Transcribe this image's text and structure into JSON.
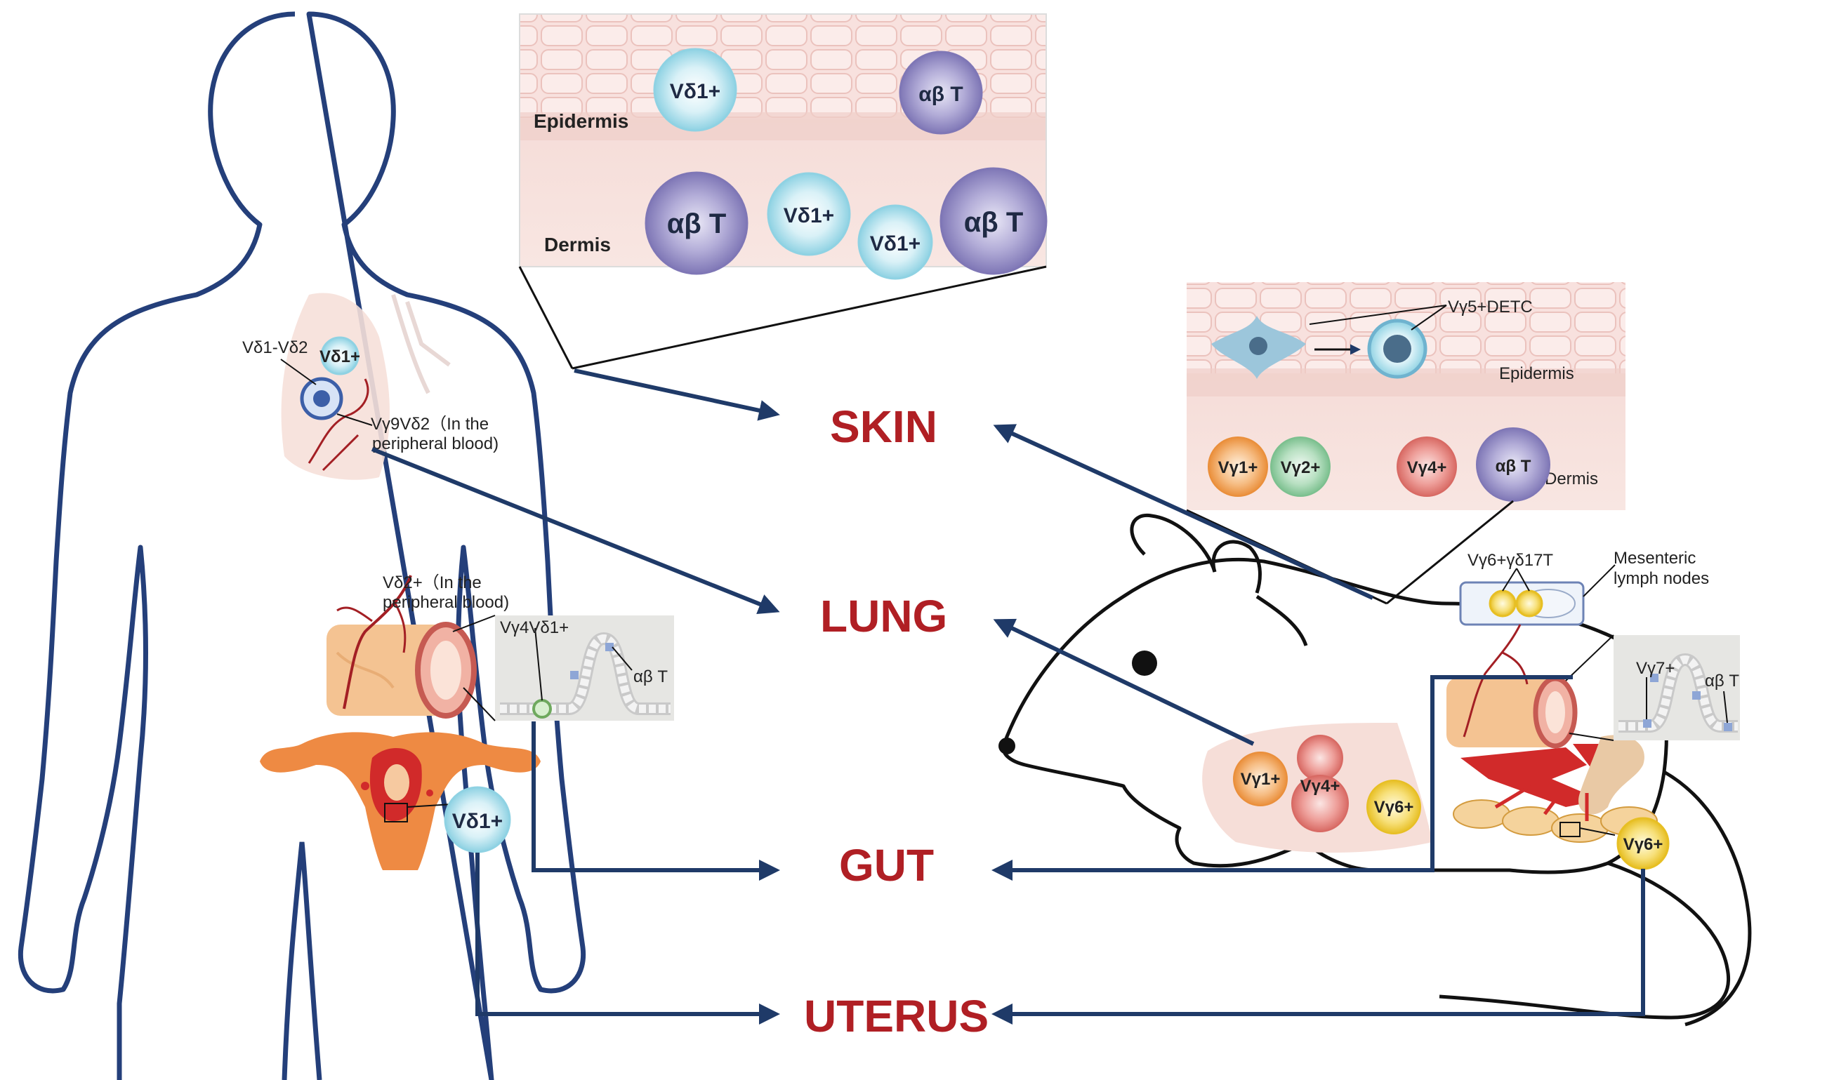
{
  "organs": {
    "skin": "SKIN",
    "lung": "LUNG",
    "gut": "GUT",
    "uterus": "UTERUS"
  },
  "human_skin": {
    "epidermis": "Epidermis",
    "dermis": "Dermis",
    "cells": [
      "Vδ1+",
      "αβ T",
      "αβ T",
      "Vδ1+",
      "Vδ1+",
      "αβ T"
    ]
  },
  "human_lung": {
    "label_a": "Vδ1-Vδ2",
    "cell": "Vδ1+",
    "label_b_line1": "Vγ9Vδ2（In the",
    "label_b_line2": "peripheral blood)"
  },
  "human_gut": {
    "label_a_line1": "Vδ2+（In the",
    "label_a_line2": "peripheral blood)",
    "label_b": "Vγ4Vδ1+",
    "label_c": "αβ T"
  },
  "human_uterus": {
    "cell": "Vδ1+"
  },
  "mouse_skin": {
    "detc": "Vγ5+DETC",
    "epidermis": "Epidermis",
    "dermis": "Dermis",
    "cells": [
      "Vγ1+",
      "Vγ2+",
      "Vγ4+",
      "αβ T"
    ]
  },
  "mouse_lung": {
    "cells": [
      "Vγ1+",
      "Vγ4+",
      "Vγ6+"
    ]
  },
  "mouse_gut": {
    "label_a": "Vγ6+γδ17T",
    "label_b_line1": "Mesenteric",
    "label_b_line2": "lymph nodes",
    "label_c": "Vγ7+",
    "label_d": "αβ T"
  },
  "mouse_uterus": {
    "cell": "Vγ6+"
  },
  "colors": {
    "organ_text": "#b01f24",
    "arrow": "#1f3a68",
    "outline": "#243f7a"
  }
}
